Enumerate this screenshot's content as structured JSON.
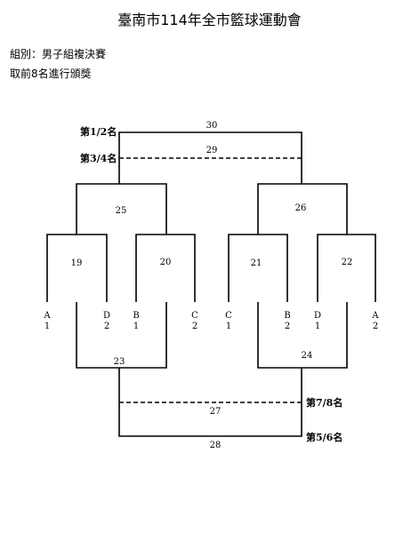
{
  "header": {
    "title": "臺南市114年全市籃球運動會",
    "group_line": "組別：男子組複決賽",
    "award_line": "取前8名進行頒獎"
  },
  "bracket": {
    "places": {
      "first_second": "第1/2名",
      "third_fourth": "第3/4名",
      "seventh_eighth": "第7/8名",
      "fifth_sixth": "第5/6名"
    },
    "games": {
      "g19": "19",
      "g20": "20",
      "g21": "21",
      "g22": "22",
      "g23": "23",
      "g24": "24",
      "g25": "25",
      "g26": "26",
      "g27": "27",
      "g28": "28",
      "g29": "29",
      "g30": "30"
    },
    "seeds": [
      {
        "letter": "A",
        "number": "1"
      },
      {
        "letter": "D",
        "number": "2"
      },
      {
        "letter": "B",
        "number": "1"
      },
      {
        "letter": "C",
        "number": "2"
      },
      {
        "letter": "C",
        "number": "1"
      },
      {
        "letter": "B",
        "number": "2"
      },
      {
        "letter": "D",
        "number": "1"
      },
      {
        "letter": "A",
        "number": "2"
      }
    ]
  }
}
